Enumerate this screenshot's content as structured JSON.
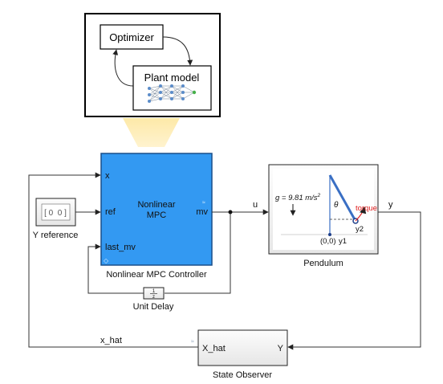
{
  "optimizer_panel": {
    "optimizer_label": "Optimizer",
    "plant_model_label": "Plant model"
  },
  "mpc_block": {
    "title_line1": "Nonlinear",
    "title_line2": "MPC",
    "port_x": "x",
    "port_ref": "ref",
    "port_last_mv": "last_mv",
    "port_mv": "mv",
    "caption": "Nonlinear MPC Controller",
    "fill_color": "#3399f2"
  },
  "y_reference": {
    "value": "[ 0  0 ]",
    "caption": "Y reference"
  },
  "pendulum": {
    "gravity_label": "g = 9.81 m/s",
    "gravity_exponent": "2",
    "theta_label": "θ",
    "torque_label": "torque",
    "y2_label": "y2",
    "origin_label": "(0,0)",
    "y1_label": "y1",
    "caption": "Pendulum",
    "rod_color": "#3a6fc4",
    "torque_color": "#e02020"
  },
  "unit_delay": {
    "numerator": "1",
    "denominator": "z",
    "caption": "Unit Delay"
  },
  "state_observer": {
    "port_in": "X_hat",
    "port_out": "Y",
    "caption": "State Observer"
  },
  "signals": {
    "u": "u",
    "y": "y",
    "x_hat": "x_hat"
  },
  "accent_colors": {
    "projection_beam": "#fbe7a6",
    "line": "#333333"
  }
}
